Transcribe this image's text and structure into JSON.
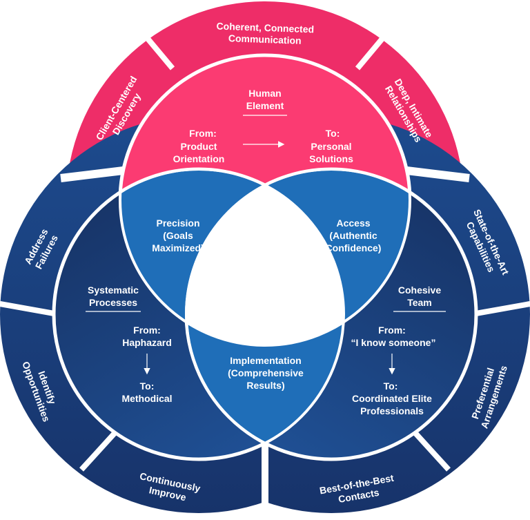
{
  "colors": {
    "pink_outer": "#ee2d68",
    "pink_inner": "#fb3b72",
    "navy_dark": "#172f64",
    "navy_mid": "#1e4b8e",
    "blue_overlap": "#1f6eb8",
    "white": "#ffffff"
  },
  "outer_ring": {
    "top": {
      "left": [
        "Client-Centered",
        "Discovery"
      ],
      "center": [
        "Coherent, Connected",
        "Communication"
      ],
      "right": [
        "Deep, Intimate",
        "Relationships"
      ]
    },
    "left": {
      "upper": [
        "Address",
        "Failures"
      ],
      "lower": [
        "Identify",
        "Opportunities"
      ],
      "bottom": [
        "Continuously",
        "Improve"
      ]
    },
    "right": {
      "upper": [
        "State-of-the-Art",
        "Capabilities"
      ],
      "lower": [
        "Preferential",
        "Arrangements"
      ],
      "bottom": [
        "Best-of-the-Best",
        "Contacts"
      ]
    }
  },
  "circles": {
    "top": {
      "title": [
        "Human",
        "Element"
      ],
      "from_label": "From:",
      "from_value": [
        "Product",
        "Orientation"
      ],
      "to_label": "To:",
      "to_value": [
        "Personal",
        "Solutions"
      ]
    },
    "left": {
      "title": [
        "Systematic",
        "Processes"
      ],
      "from_label": "From:",
      "from_value": "Haphazard",
      "to_label": "To:",
      "to_value": "Methodical"
    },
    "right": {
      "title": [
        "Cohesive",
        "Team"
      ],
      "from_label": "From:",
      "from_value": "“I know someone”",
      "to_label": "To:",
      "to_value": [
        "Coordinated Elite",
        "Professionals"
      ]
    }
  },
  "overlaps": {
    "top_left": [
      "Precision",
      "(Goals",
      "Maximized)"
    ],
    "top_right": [
      "Access",
      "(Authentic",
      "Confidence)"
    ],
    "bottom": [
      "Implementation",
      "(Comprehensive",
      "Results)"
    ]
  }
}
